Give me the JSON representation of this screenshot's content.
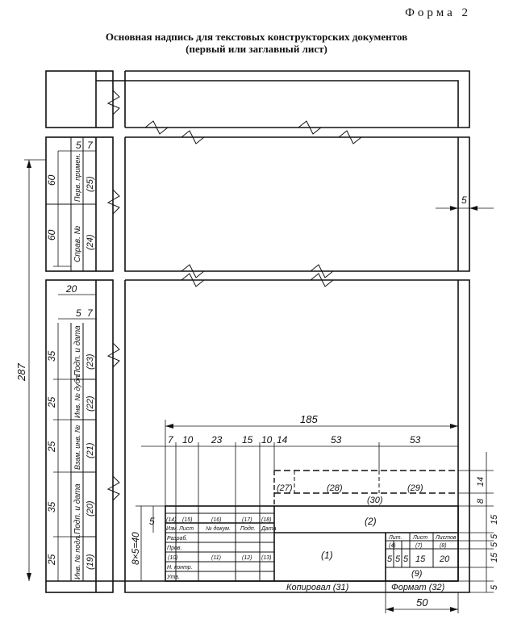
{
  "header": {
    "form_label": "Форма 2",
    "title_line1": "Основная надпись для текстовых конструкторских документов",
    "title_line2": "(первый или заглавный лист)"
  },
  "dimensions": {
    "d5_top": "5",
    "d7_top": "7",
    "d60_a": "60",
    "d60_b": "60",
    "d20": "20",
    "d5_mid": "5",
    "d7_mid": "7",
    "d35_a": "35",
    "d25_a": "25",
    "d25_b": "25",
    "d35_b": "35",
    "d25_c": "25",
    "d287": "287",
    "d5_right": "5",
    "d185": "185",
    "d7_tb": "7",
    "d10_a": "10",
    "d23": "23",
    "d15_a": "15",
    "d10_b": "10",
    "d14_h": "14",
    "d53_a": "53",
    "d53_b": "53",
    "d5_left": "5",
    "d8x5": "8×5=40",
    "d14_v": "14",
    "d8_v": "8",
    "d15_v1": "15",
    "d5_v1": "5",
    "d5_v2": "5",
    "d15_v2": "15",
    "d5_v3": "5",
    "d50": "50",
    "lit_5a": "5",
    "lit_5b": "5",
    "lit_5c": "5",
    "lit_15": "15",
    "lit_20": "20"
  },
  "side_labels": {
    "perv_primen": "Перв. примен.",
    "sprav_no": "Справ. №",
    "podp_data_1": "Подп. и дата",
    "inv_dubl": "Инв. № дубл.",
    "vzam_inv": "Взам. инв. №",
    "podp_data_2": "Подп. и дата",
    "inv_podl": "Инв. № подл."
  },
  "field_numbers": {
    "f25": "(25)",
    "f24": "(24)",
    "f23": "(23)",
    "f22": "(22)",
    "f21": "(21)",
    "f20": "(20)",
    "f19": "(19)",
    "f27": "(27)",
    "f28": "(28)",
    "f29": "(29)",
    "f30": "(30)",
    "f2": "(2)",
    "f1": "(1)",
    "f14": "(14)",
    "f15": "(15)",
    "f16": "(16)",
    "f17": "(17)",
    "f18": "(18)",
    "f10": "(10)",
    "f11": "(11)",
    "f12": "(12)",
    "f13": "(13)",
    "f4": "(4)",
    "f7": "(7)",
    "f8": "(8)",
    "f9": "(9)"
  },
  "title_block": {
    "izm": "Изм.",
    "list": "Лист",
    "no_dokum": "№ докум.",
    "podp": "Подп.",
    "data": "Дата",
    "razrab": "Разраб.",
    "prov": "Пров.",
    "n_kontr": "Н. контр.",
    "utv": "Утв.",
    "lit": "Лит.",
    "list2": "Лист",
    "listov": "Листов",
    "kopiroval": "Копировал (31)",
    "format": "Формат (32)"
  }
}
